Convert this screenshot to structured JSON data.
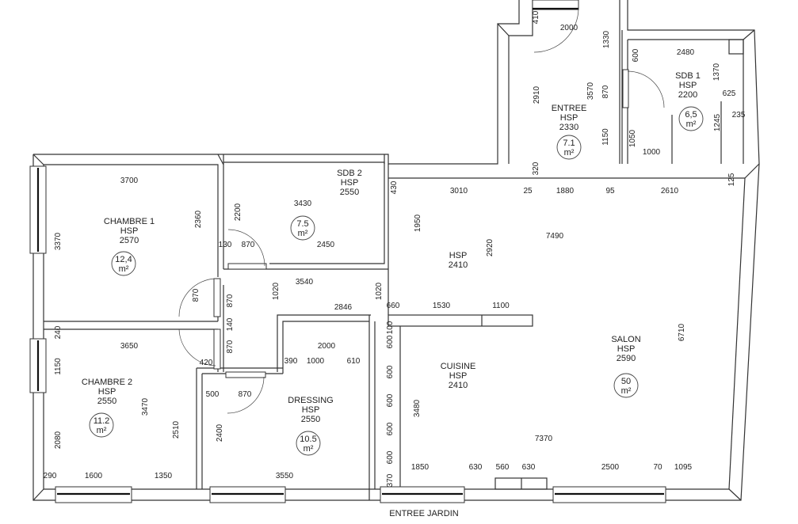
{
  "plan": {
    "footer_label": "ENTREE JARDIN",
    "rooms": [
      {
        "name": "CHAMBRE 1",
        "hsp_label": "HSP",
        "hsp": "2570",
        "area": "12,4",
        "unit": "m²"
      },
      {
        "name": "SDB 2",
        "hsp_label": "HSP",
        "hsp": "2550",
        "area": "7.5",
        "unit": "m²"
      },
      {
        "name": "CHAMBRE 2",
        "hsp_label": "HSP",
        "hsp": "2550",
        "area": "11.2",
        "unit": "m²"
      },
      {
        "name": "DRESSING",
        "hsp_label": "HSP",
        "hsp": "2550",
        "area": "10.5",
        "unit": "m²"
      },
      {
        "name": "",
        "hsp_label": "HSP",
        "hsp": "2410",
        "area": "",
        "unit": ""
      },
      {
        "name": "CUISINE",
        "hsp_label": "HSP",
        "hsp": "2410",
        "area": "",
        "unit": ""
      },
      {
        "name": "SALON",
        "hsp_label": "HSP",
        "hsp": "2590",
        "area": "50",
        "unit": "m²"
      },
      {
        "name": "ENTREE",
        "hsp_label": "HSP",
        "hsp": "2330",
        "area": "7.1",
        "unit": "m²"
      },
      {
        "name": "SDB 1",
        "hsp_label": "HSP",
        "hsp": "2200",
        "area": "6,5",
        "unit": "m²"
      }
    ],
    "dimensions": [
      "3700",
      "3430",
      "2450",
      "130",
      "870",
      "3540",
      "2846",
      "3650",
      "2000",
      "390",
      "1000",
      "610",
      "500",
      "870",
      "290",
      "1600",
      "1350",
      "3550",
      "420",
      "3010",
      "25",
      "1880",
      "95",
      "2610",
      "7490",
      "660",
      "1530",
      "1100",
      "7370",
      "1850",
      "630",
      "560",
      "630",
      "2500",
      "70",
      "1095",
      "2000",
      "2480",
      "625",
      "235",
      "1000",
      "3370",
      "2360",
      "2200",
      "870",
      "870",
      "1020",
      "1020",
      "140",
      "870",
      "240",
      "1150",
      "2080",
      "3470",
      "2510",
      "2400",
      "430",
      "1950",
      "2920",
      "6710",
      "100",
      "600",
      "600",
      "600",
      "600",
      "600",
      "370",
      "3480",
      "410",
      "1330",
      "2910",
      "3570",
      "870",
      "1150",
      "1050",
      "600",
      "1370",
      "1245",
      "320",
      "125"
    ]
  }
}
